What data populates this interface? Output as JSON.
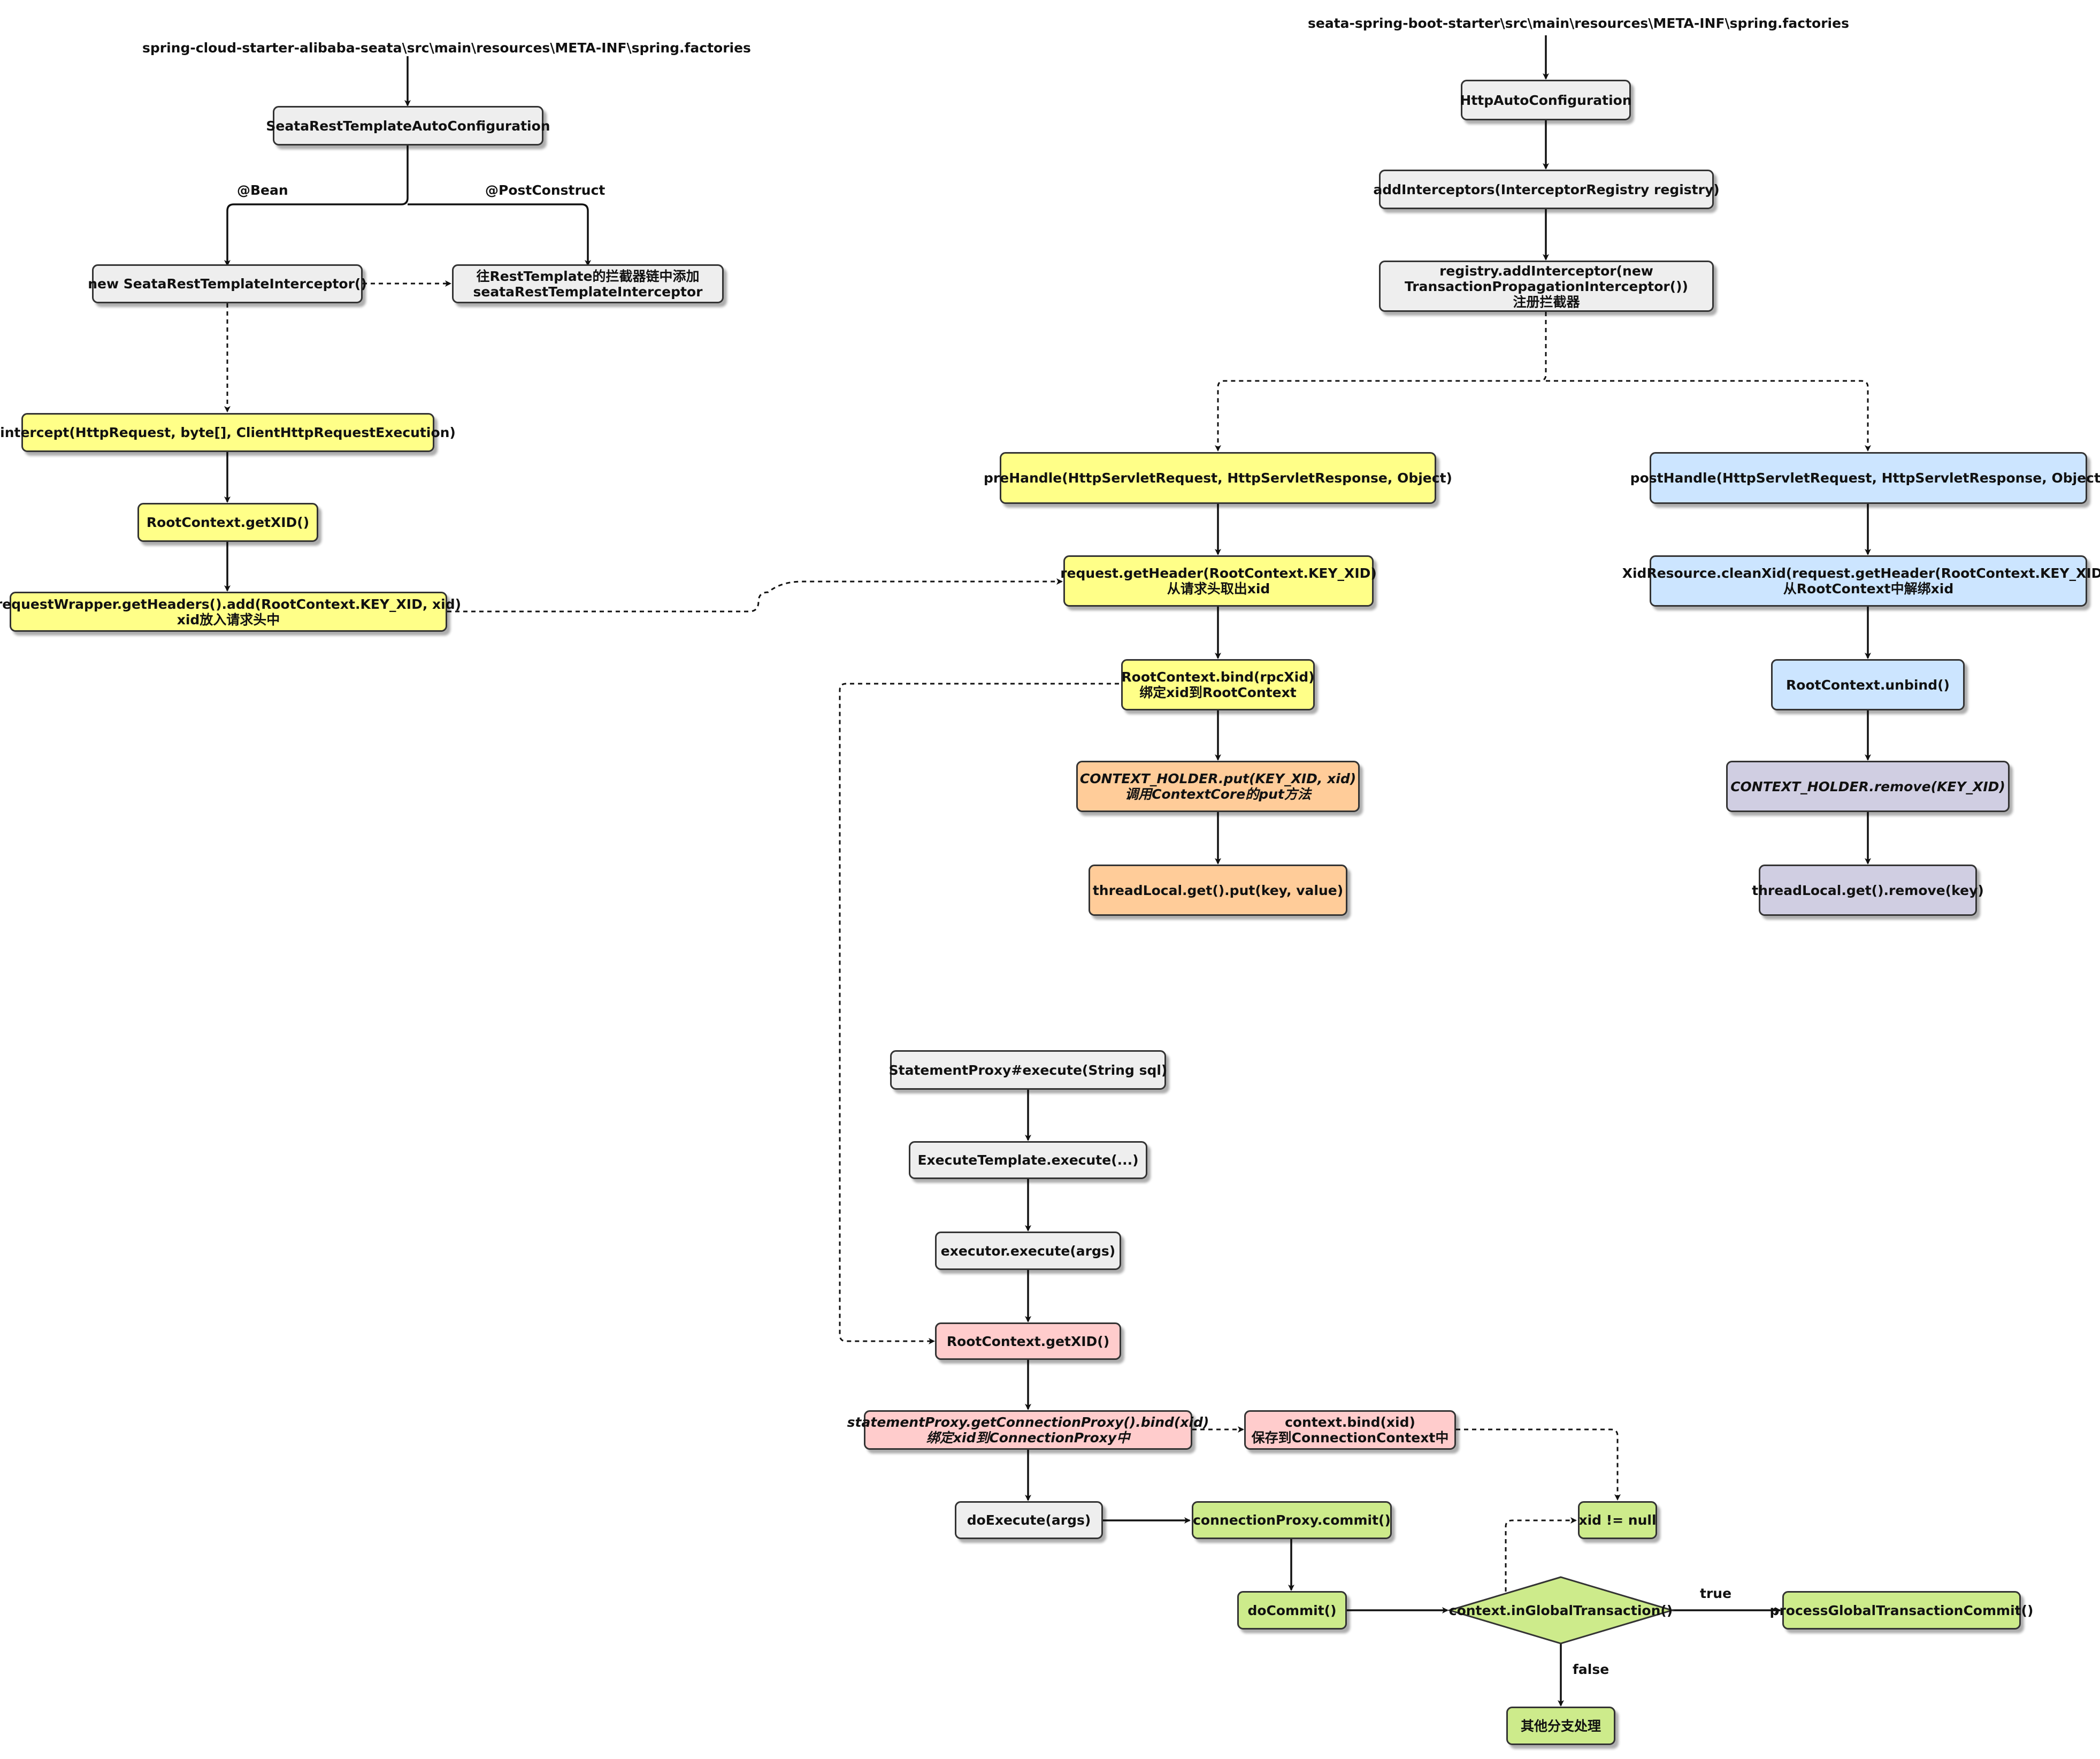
{
  "left": {
    "source_file": "spring-cloud-starter-alibaba-seata\\src\\main\\resources\\META-INF\\spring.factories",
    "auto_config": "SeataRestTemplateAutoConfiguration",
    "bean_label": "@Bean",
    "postconstruct_label": "@PostConstruct",
    "new_interceptor": "new SeataRestTemplateInterceptor()",
    "add_interceptor_line1": "往RestTemplate的拦截器链中添加",
    "add_interceptor_line2": "seataRestTemplateInterceptor",
    "intercept": "intercept(HttpRequest, byte[], ClientHttpRequestExecution)",
    "get_xid": "RootContext.getXID()",
    "headers_add_line1": "requestWrapper.getHeaders().add(RootContext.KEY_XID, xid)",
    "headers_add_line2": "xid放入请求头中"
  },
  "right": {
    "source_file": "seata-spring-boot-starter\\src\\main\\resources\\META-INF\\spring.factories",
    "http_auto_config": "HttpAutoConfiguration",
    "add_interceptors": "addInterceptors(InterceptorRegistry registry)",
    "registry_line1": "registry.addInterceptor(new",
    "registry_line2": "TransactionPropagationInterceptor())",
    "registry_line3": "注册拦截器"
  },
  "pre": {
    "handle": "preHandle(HttpServletRequest, HttpServletResponse, Object)",
    "get_header_line1": "request.getHeader(RootContext.KEY_XID)",
    "get_header_line2": "从请求头取出xid",
    "bind_line1": "RootContext.bind(rpcXid)",
    "bind_line2": "绑定xid到RootContext",
    "put_line1": "CONTEXT_HOLDER.put(KEY_XID, xid)",
    "put_line2": "调用ContextCore的put方法",
    "thread_put": "threadLocal.get().put(key, value)"
  },
  "post": {
    "handle": "postHandle(HttpServletRequest, HttpServletResponse, Object)",
    "clean_line1": "XidResource.cleanXid(request.getHeader(RootContext.KEY_XID))",
    "clean_line2": "从RootContext中解绑xid",
    "unbind": "RootContext.unbind()",
    "remove": "CONTEXT_HOLDER.remove(KEY_XID)",
    "thread_remove": "threadLocal.get().remove(key)"
  },
  "exec": {
    "statement_execute": "StatementProxy#execute(String sql)",
    "template_execute": "ExecuteTemplate.execute(...)",
    "executor_execute": "executor.execute(args)",
    "get_xid": "RootContext.getXID()",
    "bind_conn_line1": "statementProxy.getConnectionProxy().bind(xid)",
    "bind_conn_line2": "绑定xid到ConnectionProxy中",
    "context_bind_line1": "context.bind(xid)",
    "context_bind_line2": "保存到ConnectionContext中",
    "do_execute": "doExecute(args)",
    "commit": "connectionProxy.commit()",
    "do_commit": "doCommit()",
    "xid_not_null": "xid != null",
    "in_global": "context.inGlobalTransaction()",
    "true_label": "true",
    "false_label": "false",
    "process_commit": "processGlobalTransactionCommit()",
    "other_branch": "其他分支处理"
  }
}
